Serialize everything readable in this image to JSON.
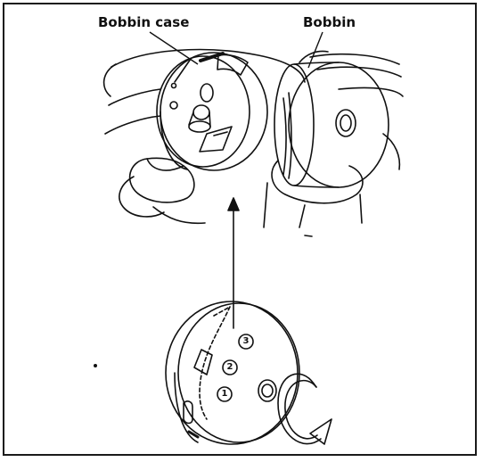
{
  "labels": {
    "bobbin_case": "Bobbin case",
    "bobbin": "Bobbin"
  },
  "steps": [
    "1",
    "2",
    "3"
  ],
  "colors": {
    "line": "#111111",
    "background": "#ffffff"
  },
  "icons": {
    "rotation_arrow": "counterclockwise-rotation-arrow-icon"
  }
}
